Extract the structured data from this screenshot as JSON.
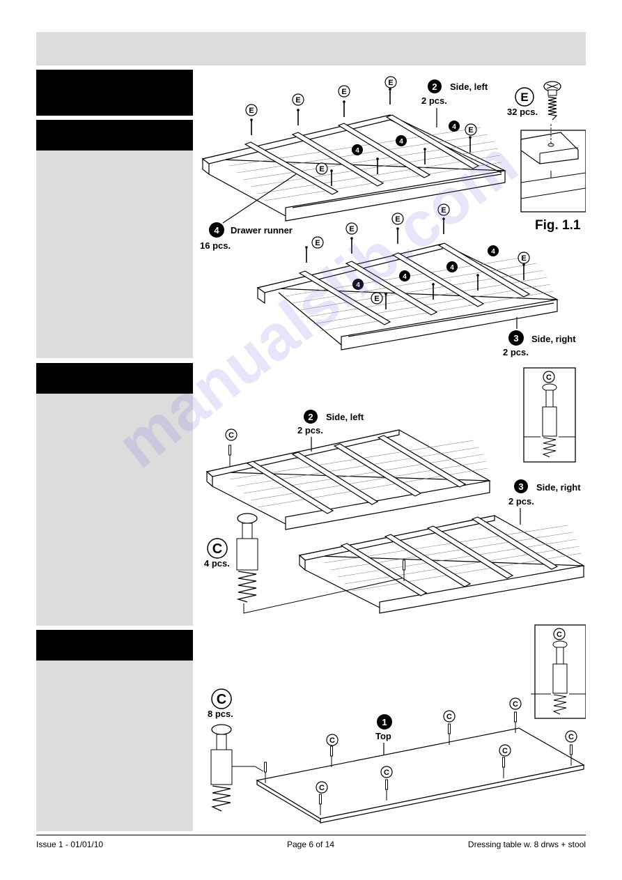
{
  "footer": {
    "issue": "Issue 1 - 01/01/10",
    "page": "Page 6 of 14",
    "product": "Dressing table w. 8 drws + stool"
  },
  "parts": {
    "side_left": "Side, left",
    "side_right": "Side, right",
    "drawer_runner": "Drawer runner",
    "top": "Top",
    "qty_2": "2 pcs.",
    "qty_16": "16 pcs.",
    "qty_32": "32 pcs.",
    "qty_4": "4 pcs.",
    "qty_8": "8 pcs."
  },
  "part_ids": {
    "one": "1",
    "two": "2",
    "three": "3",
    "four": "4",
    "c": "C",
    "e": "E"
  },
  "figure_label": "Fig. 1.1",
  "watermark": "manualslib.com"
}
